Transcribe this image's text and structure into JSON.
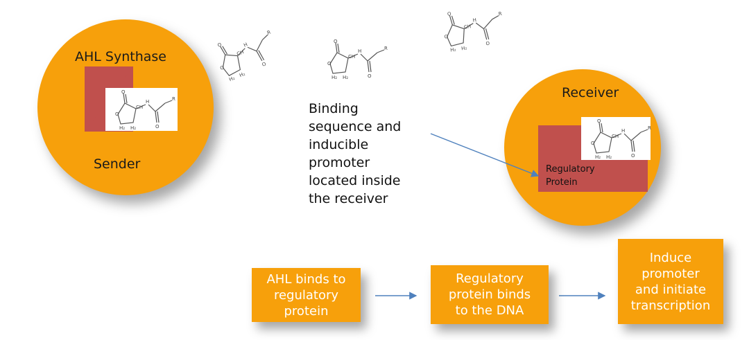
{
  "sender": {
    "title": "AHL Synthase",
    "label": "Sender"
  },
  "receiver": {
    "title": "Receiver",
    "protein_label": "Regulatory\nProtein"
  },
  "description": "Binding\nsequence and\ninducible\npromoter\nlocated inside\nthe receiver",
  "molecule": {
    "r_label": "R",
    "h_label": "H",
    "ch_label": "CH",
    "h2_label": "H₂"
  },
  "flow": [
    {
      "label": "AHL binds to\nregulatory\nprotein"
    },
    {
      "label": "Regulatory\nprotein binds\nto the DNA"
    },
    {
      "label": "Induce\npromoter\nand initiate\ntranscription"
    }
  ],
  "colors": {
    "orange": "#f7a00b",
    "red": "#c0504d",
    "arrow": "#4f81bd"
  }
}
